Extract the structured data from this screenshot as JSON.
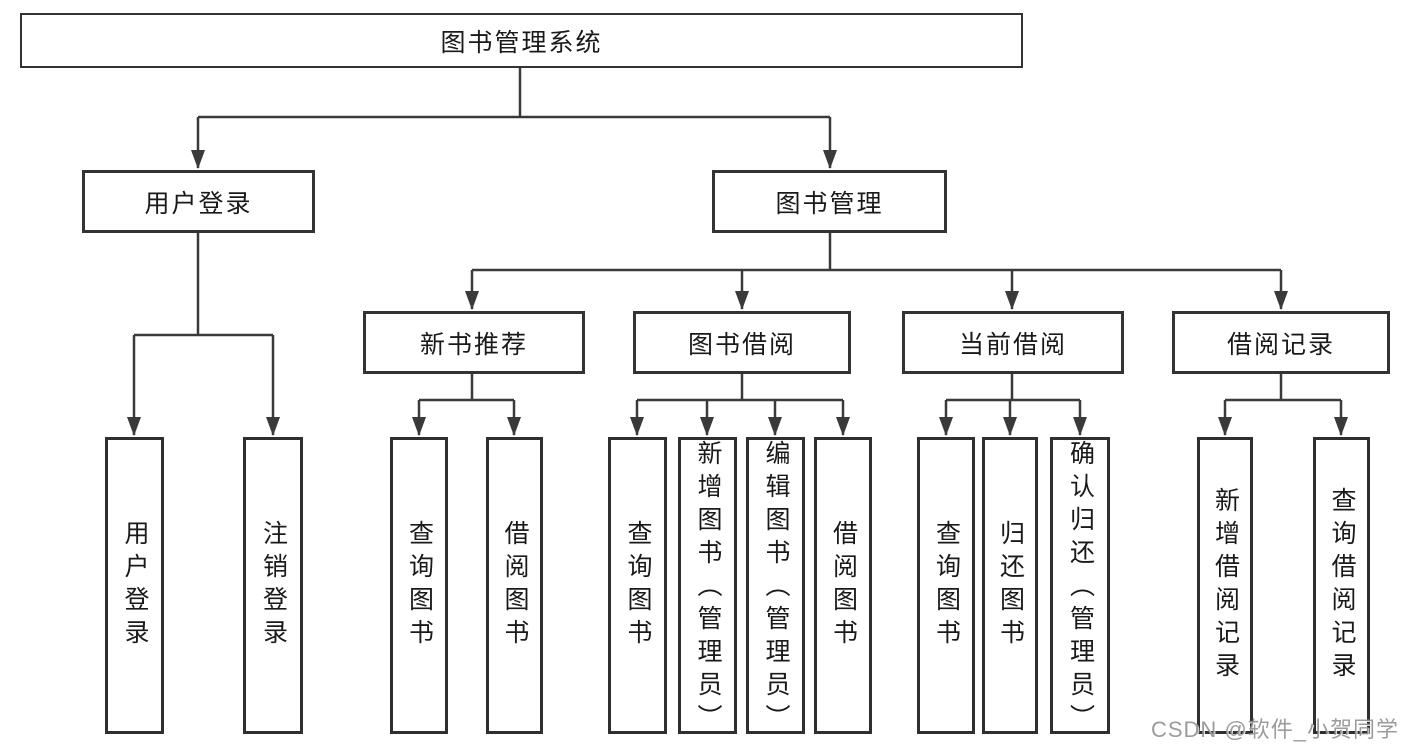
{
  "nodes": {
    "root": "图书管理系统",
    "level2": [
      "用户登录",
      "图书管理"
    ],
    "level3": [
      "新书推荐",
      "图书借阅",
      "当前借阅",
      "借阅记录"
    ],
    "leaves_login": [
      "用户登录",
      "注销登录"
    ],
    "leaves_recommend": [
      "查询图书",
      "借阅图书"
    ],
    "leaves_borrowing": [
      "查询图书",
      "新增图书（管理员）",
      "编辑图书（管理员）",
      "借阅图书"
    ],
    "leaves_current": [
      "查询图书",
      "归还图书",
      "确认归还（管理员）"
    ],
    "leaves_records": [
      "新增借阅记录",
      "查询借阅记录"
    ]
  },
  "watermark": "CSDN @软件_小贺同学",
  "colors": {
    "line": "#3a3a3a",
    "box_border": "#333333",
    "text": "#1a1a1a",
    "watermark": "#919191",
    "background": "#ffffff"
  }
}
